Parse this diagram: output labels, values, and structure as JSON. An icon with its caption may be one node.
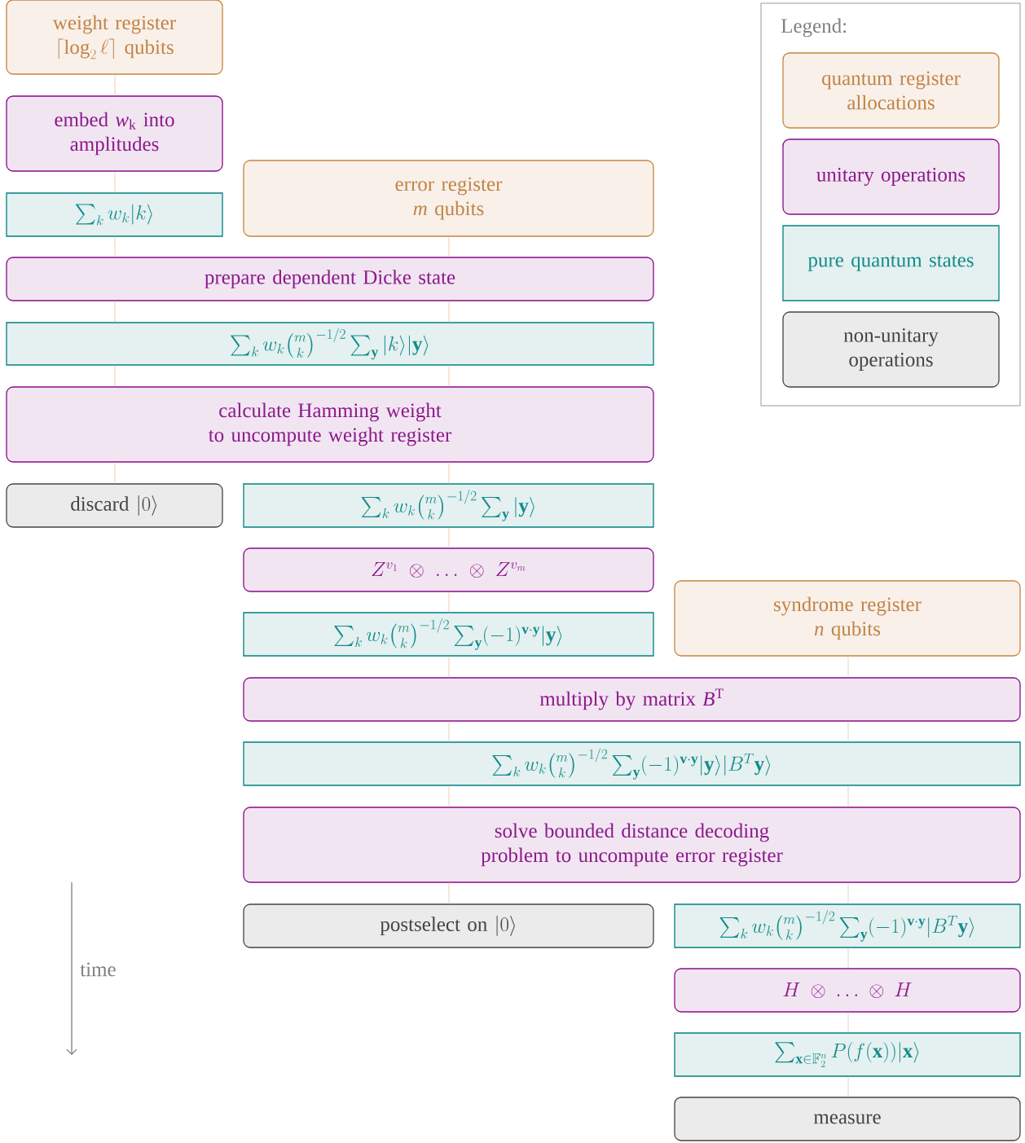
{
  "diagram": {
    "nodes": [
      {
        "text": [
          "weight register",
          "\\lceil\\log_2\\ell\\rceil\\ \\text{qubits}"
        ]
      },
      {
        "text": [
          "embed *w*$_{k}$ into amplitudes"
        ]
      },
      {
        "text": [
          "\\sum_k w_k|k\\rangle"
        ]
      },
      {
        "text": [
          "error register",
          "*m* qubits"
        ]
      },
      {
        "text": [
          "prepare dependent Dicke state"
        ]
      },
      {
        "text": [
          "\\sum_k w_k\\binom{m}{k}^{-1/2}\\sum_{\\mathbf{y}}|k\\rangle|\\mathbf{y}\\rangle"
        ]
      },
      {
        "text": [
          "calculate Hamming weight to uncompute weight register"
        ]
      },
      {
        "text": [
          "\\text{discard }|0\\rangle"
        ]
      },
      {
        "text": [
          "\\sum_k w_k\\binom{m}{k}^{-1/2}\\sum_{\\mathbf{y}}|\\mathbf{y}\\rangle"
        ]
      },
      {
        "text": [
          "Z^{v_1}\\otimes\\ldots\\otimes Z^{v_m}"
        ]
      },
      {
        "text": [
          "\\sum_k w_k\\binom{m}{k}^{-1/2}\\sum_{\\mathbf{y}}(-1)^{\\mathbf{v}\\cdot\\mathbf{y}}|\\mathbf{y}\\rangle"
        ]
      },
      {
        "text": [
          "syndrome register",
          "*n* qubits"
        ]
      },
      {
        "text": [
          "multiply by matrix *B*$^{T}$"
        ]
      },
      {
        "text": [
          "\\sum_k w_k\\binom{m}{k}^{-1/2}\\sum_{\\mathbf{y}}(-1)^{\\mathbf{v}\\cdot\\mathbf{y}}|\\mathbf{y}\\rangle|B^T\\mathbf{y}\\rangle"
        ]
      },
      {
        "text": [
          "solve bounded distance decoding problem to uncompute error register"
        ]
      },
      {
        "text": [
          "\\text{postselect on }|0\\rangle"
        ]
      },
      {
        "text": [
          "\\sum_k w_k\\binom{m}{k}^{-1/2}\\sum_{\\mathbf{y}}(-1)^{\\mathbf{v}\\cdot\\mathbf{y}}|B^T\\mathbf{y}\\rangle"
        ]
      },
      {
        "text": [
          "H\\otimes\\ldots\\otimes H"
        ]
      },
      {
        "text": [
          "\\sum_{\\mathbf{x}\\in\\mathbb{F}_2^n}P(f(\\mathbf{x}))|\\mathbf{x}\\rangle"
        ]
      },
      {
        "text": [
          "measure"
        ]
      }
    ],
    "edges": [
      {
        "from": 0,
        "to": 1,
        "arrow": "none"
      },
      {
        "from": 1,
        "to": 2,
        "arrow": "none"
      },
      {
        "from": 2,
        "to": 4,
        "arrow": "none"
      },
      {
        "from": 4,
        "to": 5,
        "arrow": "none"
      },
      {
        "from": 5,
        "to": 6,
        "arrow": "none"
      },
      {
        "from": 6,
        "to": 7,
        "arrow": "none"
      },
      {
        "from": 3,
        "to": 4,
        "arrow": "none"
      },
      {
        "from": 4,
        "to": 5,
        "arrow": "none"
      },
      {
        "from": 5,
        "to": 6,
        "arrow": "none"
      },
      {
        "from": 6,
        "to": 8,
        "arrow": "none"
      },
      {
        "from": 8,
        "to": 9,
        "arrow": "none"
      },
      {
        "from": 9,
        "to": 10,
        "arrow": "none"
      },
      {
        "from": 10,
        "to": 12,
        "arrow": "none"
      },
      {
        "from": 12,
        "to": 13,
        "arrow": "none"
      },
      {
        "from": 13,
        "to": 14,
        "arrow": "none"
      },
      {
        "from": 14,
        "to": 15,
        "arrow": "none"
      },
      {
        "from": 11,
        "to": 12,
        "arrow": "none"
      },
      {
        "from": 12,
        "to": 13,
        "arrow": "none"
      },
      {
        "from": 13,
        "to": 14,
        "arrow": "none"
      },
      {
        "from": 14,
        "to": 16,
        "arrow": "none"
      },
      {
        "from": 16,
        "to": 17,
        "arrow": "none"
      },
      {
        "from": 17,
        "to": 18,
        "arrow": "none"
      },
      {
        "from": 18,
        "to": 19,
        "arrow": "none"
      }
    ],
    "labels": [
      "Legend:",
      "time"
    ],
    "legend": [
      {
        "text": "quantum register allocations",
        "color": "#f9f0ea"
      },
      {
        "text": "unitary operations",
        "color": "#f2e5f2"
      },
      {
        "text": "pure quantum states",
        "color": "#e5f0f0"
      },
      {
        "text": "non-unitary operations",
        "color": "#ebebeb"
      }
    ]
  }
}
